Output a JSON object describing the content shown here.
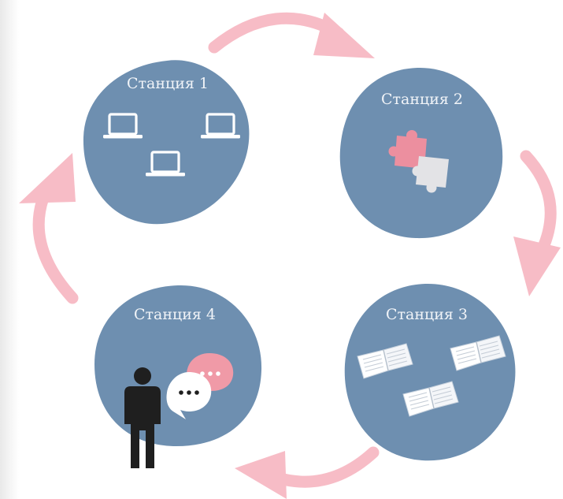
{
  "colors": {
    "station": "#6e8fb0",
    "arrow": "#f7bcc6",
    "icon_light": "#ffffff",
    "icon_dark": "#1f1f1f",
    "puzzle_pink": "#ec8f9f",
    "puzzle_gray": "#e3e3e6",
    "bubble_pink": "#f09aa7"
  },
  "stations": [
    {
      "label": "Станция 1",
      "icon": "laptop-icon"
    },
    {
      "label": "Станция 2",
      "icon": "puzzle-icon"
    },
    {
      "label": "Станция 3",
      "icon": "open-book-icon"
    },
    {
      "label": "Станция 4",
      "icon": "person-chat-icon"
    }
  ]
}
